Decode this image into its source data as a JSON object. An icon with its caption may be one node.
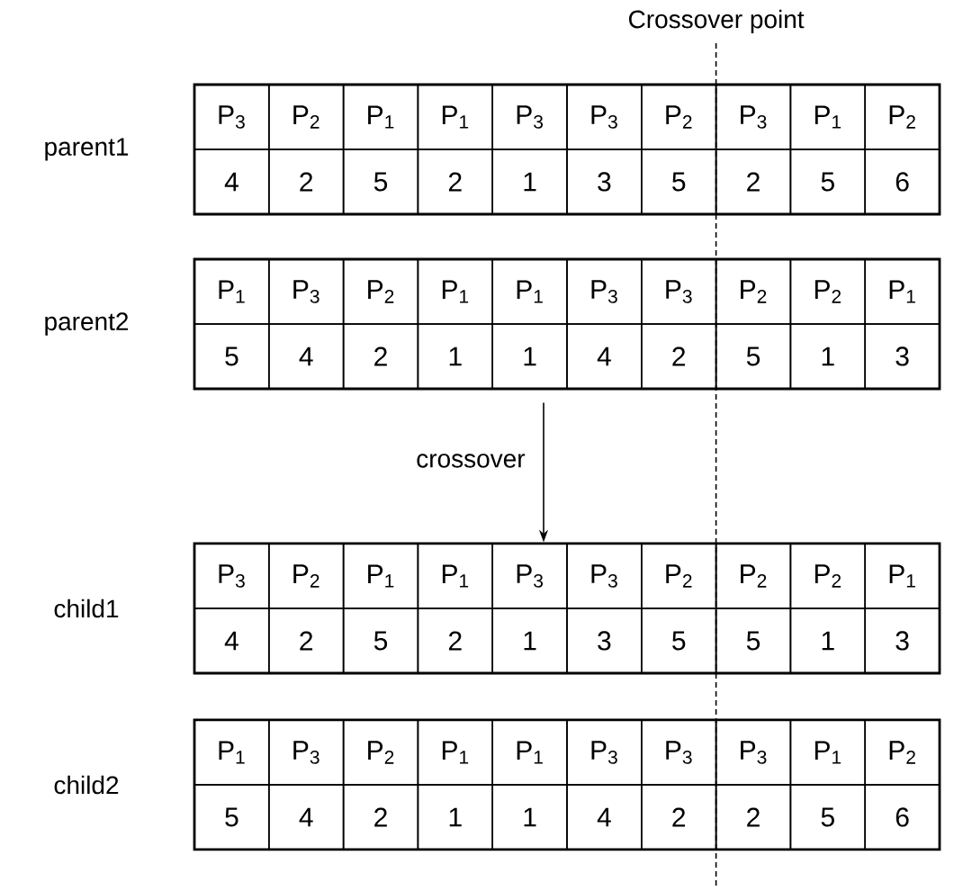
{
  "diagram": {
    "nodes": [
      {
        "text": [],
        "shape": "box",
        "beside": [
          "parent1"
        ]
      },
      {
        "text": [],
        "shape": "box",
        "beside": [
          "parent2"
        ]
      },
      {
        "text": [],
        "shape": "box",
        "beside": [
          "child1"
        ]
      },
      {
        "text": [],
        "shape": "box",
        "beside": [
          "child2"
        ]
      }
    ],
    "edges": [
      {
        "from": 1,
        "to": 2,
        "arrow": "to",
        "label": "crossover"
      }
    ],
    "labels": [
      "Crossover point",
      "P$_{3}$",
      "P$_{2}$",
      "P$_{1}$",
      "P$_{1}$",
      "P$_{3}$",
      "P$_{3}$",
      "P$_{2}$",
      "P$_{3}$",
      "P$_{1}$",
      "P$_{2}$",
      "4",
      "2",
      "5",
      "2",
      "1",
      "3",
      "5",
      "2",
      "5",
      "6",
      "P$_{1}$",
      "P$_{3}$",
      "P$_{2}$",
      "P$_{1}$",
      "P$_{1}$",
      "P$_{3}$",
      "P$_{3}$",
      "P$_{2}$",
      "P$_{2}$",
      "P$_{1}$",
      "5",
      "4",
      "2",
      "1",
      "1",
      "4",
      "2",
      "5",
      "1",
      "3",
      "P$_{3}$",
      "P$_{2}$",
      "P$_{1}$",
      "P$_{1}$",
      "P$_{3}$",
      "P$_{3}$",
      "P$_{2}$",
      "P$_{2}$",
      "P$_{2}$",
      "P$_{1}$",
      "4",
      "2",
      "5",
      "2",
      "1",
      "3",
      "5",
      "5",
      "1",
      "3",
      "P$_{1}$",
      "P$_{3}$",
      "P$_{2}$",
      "P$_{1}$",
      "P$_{1}$",
      "P$_{3}$",
      "P$_{3}$",
      "P$_{3}$",
      "P$_{1}$",
      "P$_{2}$",
      "5",
      "4",
      "2",
      "1",
      "1",
      "4",
      "2",
      "2",
      "5",
      "6"
    ]
  }
}
